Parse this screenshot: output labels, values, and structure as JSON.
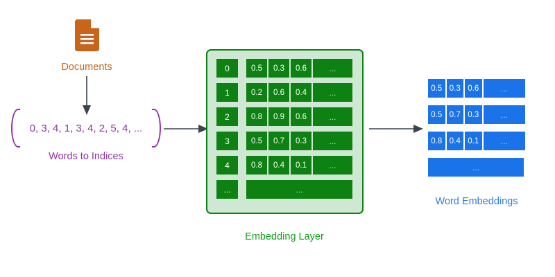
{
  "diagram": {
    "title": "Embedding Layer Pipeline",
    "colors": {
      "documents_orange": "#c8651b",
      "indices_purple": "#9334a8",
      "embedding_green": "#0d8112",
      "embedding_panel_green": "#cfe8d4",
      "embedding_label_green": "#10a019",
      "word_embedding_blue": "#1a73e8",
      "arrow_gray": "#3b434f"
    }
  },
  "documents": {
    "icon": "document-icon",
    "label": "Documents"
  },
  "indices": {
    "values_text": "0, 3, 4, 1, 3, 4, 2, 5, 4, ...",
    "label": "Words to Indices"
  },
  "embedding_layer": {
    "label": "Embedding Layer",
    "ellipsis": "...",
    "rows": [
      {
        "index": "0",
        "vector": [
          "0.5",
          "0.3",
          "0.6"
        ],
        "tail": "..."
      },
      {
        "index": "1",
        "vector": [
          "0.2",
          "0.6",
          "0.4"
        ],
        "tail": "..."
      },
      {
        "index": "2",
        "vector": [
          "0.8",
          "0.9",
          "0.6"
        ],
        "tail": "..."
      },
      {
        "index": "3",
        "vector": [
          "0.5",
          "0.7",
          "0.3"
        ],
        "tail": "..."
      },
      {
        "index": "4",
        "vector": [
          "0.8",
          "0.4",
          "0.1"
        ],
        "tail": "..."
      },
      {
        "index": "...",
        "vector": [],
        "tail": "..."
      }
    ]
  },
  "word_embeddings": {
    "label": "Word Embeddings",
    "rows": [
      {
        "vector": [
          "0.5",
          "0.3",
          "0.6"
        ],
        "tail": "..."
      },
      {
        "vector": [
          "0.5",
          "0.7",
          "0.3"
        ],
        "tail": "..."
      },
      {
        "vector": [
          "0.8",
          "0.4",
          "0.1"
        ],
        "tail": "..."
      },
      {
        "vector": [],
        "tail": "..."
      }
    ]
  },
  "arrows": [
    {
      "name": "documents-to-indices",
      "direction": "down"
    },
    {
      "name": "indices-to-embedding-layer",
      "direction": "right"
    },
    {
      "name": "embedding-layer-to-word-embeddings",
      "direction": "right"
    }
  ]
}
